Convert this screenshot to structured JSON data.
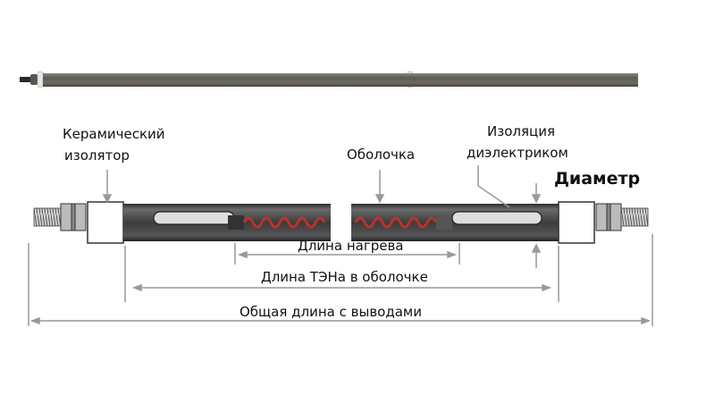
{
  "diagram": {
    "subject": "Tubular electric heater (TEN) construction",
    "labels": {
      "ceramic_insulator_line1": "Керамический",
      "ceramic_insulator_line2": "изолятор",
      "sheath": "Оболочка",
      "dielectric_line1": "Изоляция",
      "dielectric_line2": "диэлектриком",
      "diameter": "Диаметр",
      "heating_length": "Длина нагрева",
      "sheath_length": "Длина ТЭНа в оболочке",
      "total_length": "Общая длина с выводами"
    },
    "colors": {
      "tube_dark": "#4a4a4a",
      "tube_photo": "#5b5852",
      "coil": "#c0302a",
      "dim_line": "#9a9a9a",
      "text": "#111111"
    }
  }
}
